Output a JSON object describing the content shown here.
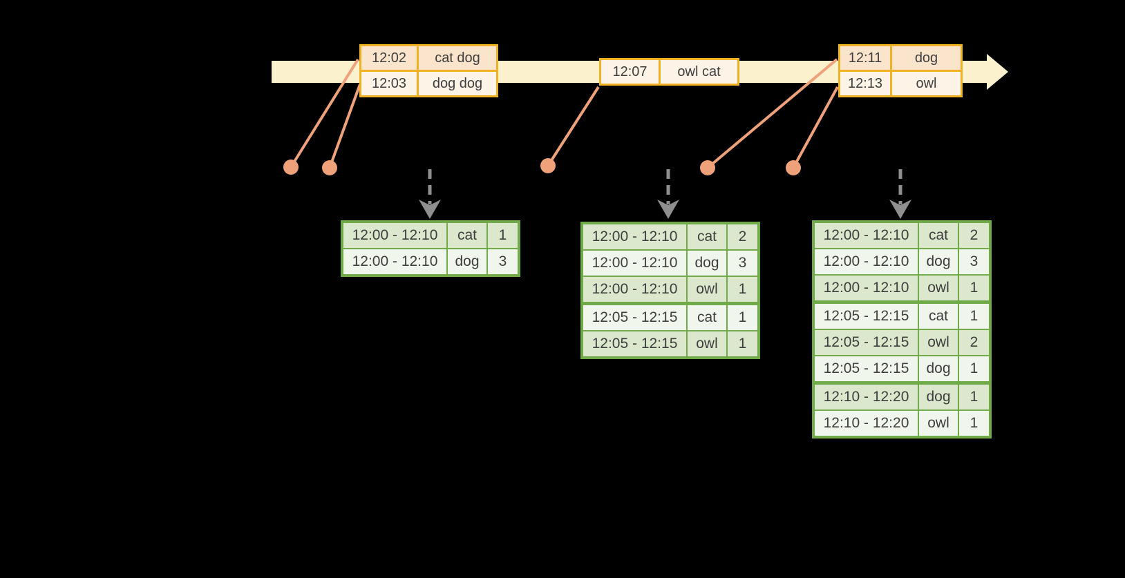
{
  "colors": {
    "background": "#000000",
    "timeline_band": "#fbf1cd",
    "event_border": "#f0b222",
    "event_row_dark": "#fae4cb",
    "event_row_light": "#fdf4e7",
    "marker_orange": "#efa27a",
    "result_border": "#71ab49",
    "result_row_dark": "#dbe8cd",
    "result_row_light": "#f1f6ec",
    "arrow_gray": "#8f8f8f",
    "text": "#3e3e3e"
  },
  "icons": {
    "timeline_arrow": "right-arrow-band",
    "event_marker": "filled-dot",
    "trigger_arrow": "dashed-down-arrow"
  },
  "events": [
    {
      "rows": [
        {
          "time": "12:02",
          "words": "cat dog"
        },
        {
          "time": "12:03",
          "words": "dog dog"
        }
      ]
    },
    {
      "rows": [
        {
          "time": "12:07",
          "words": "owl cat"
        }
      ]
    },
    {
      "rows": [
        {
          "time": "12:11",
          "words": "dog"
        },
        {
          "time": "12:13",
          "words": "owl"
        }
      ]
    }
  ],
  "results": [
    {
      "rows": [
        [
          "12:00 - 12:10",
          "cat",
          "1"
        ],
        [
          "12:00 - 12:10",
          "dog",
          "3"
        ]
      ]
    },
    {
      "rows": [
        [
          "12:00 - 12:10",
          "cat",
          "2"
        ],
        [
          "12:00 - 12:10",
          "dog",
          "3"
        ],
        [
          "12:00 - 12:10",
          "owl",
          "1"
        ],
        [
          "12:05 - 12:15",
          "cat",
          "1"
        ],
        [
          "12:05 - 12:15",
          "owl",
          "1"
        ]
      ]
    },
    {
      "rows": [
        [
          "12:00 - 12:10",
          "cat",
          "2"
        ],
        [
          "12:00 - 12:10",
          "dog",
          "3"
        ],
        [
          "12:00 - 12:10",
          "owl",
          "1"
        ],
        [
          "12:05 - 12:15",
          "cat",
          "1"
        ],
        [
          "12:05 - 12:15",
          "owl",
          "2"
        ],
        [
          "12:05 - 12:15",
          "dog",
          "1"
        ],
        [
          "12:10 - 12:20",
          "dog",
          "1"
        ],
        [
          "12:10 - 12:20",
          "owl",
          "1"
        ]
      ]
    }
  ]
}
